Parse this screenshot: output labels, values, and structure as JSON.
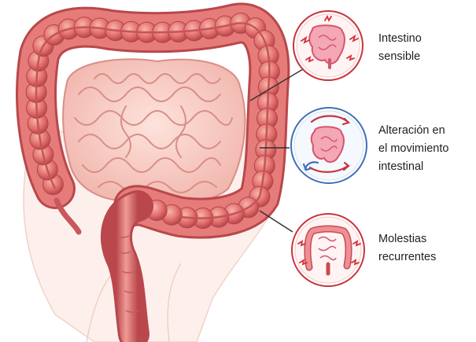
{
  "callouts": [
    {
      "label": "Intestino\nsensible"
    },
    {
      "label": "Alteración en\nel movimiento\nintestinal"
    },
    {
      "label": "Molestias\nrecurrentes"
    }
  ],
  "colors": {
    "colon_fill": "#e57c7a",
    "colon_dark": "#b7464b",
    "small_intestine": "#f6c8bf",
    "small_intestine_outline": "#d98e86",
    "body_silhouette": "#fbe7e1",
    "callout_ring_red": "#c7343e",
    "callout_ring_blue": "#3f6fb6",
    "leader_line": "#2f2f2f"
  }
}
